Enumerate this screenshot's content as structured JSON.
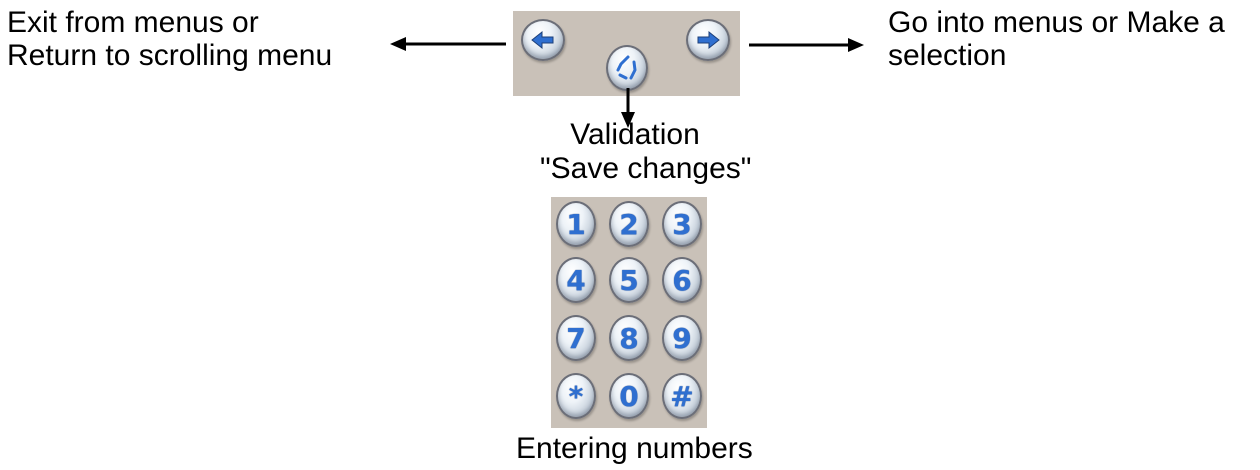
{
  "labels": {
    "exit": [
      "Exit from menus or",
      "Return to scrolling menu"
    ],
    "enter": [
      "Go into menus or Make a",
      "selection"
    ],
    "validation": [
      "Validation",
      "\"Save changes\""
    ],
    "numbers": "Entering numbers"
  },
  "nav_buttons": [
    {
      "name": "left-arrow-button",
      "icon": "left-arrow-icon"
    },
    {
      "name": "validate-button",
      "icon": "validate-icon"
    },
    {
      "name": "right-arrow-button",
      "icon": "right-arrow-icon"
    }
  ],
  "keypad": {
    "keys": [
      "1",
      "2",
      "3",
      "4",
      "5",
      "6",
      "7",
      "8",
      "9",
      "*",
      "0",
      "#"
    ]
  },
  "colors": {
    "panel": "#c9c1b8",
    "glyph": "#2f6fd0",
    "arrow": "#000000"
  }
}
